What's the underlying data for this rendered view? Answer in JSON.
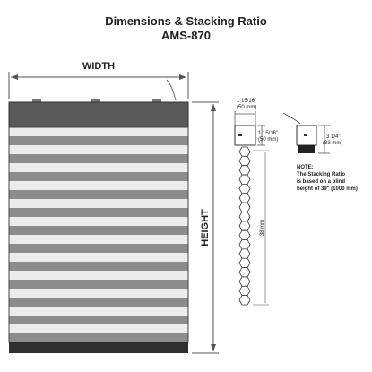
{
  "header": {
    "title": "Dimensions & Stacking Ratio",
    "model": "AMS-870"
  },
  "blind": {
    "width_label": "WIDTH",
    "height_label": "HEIGHT",
    "headrail_color": "#5a5a5a",
    "slat_dark": "#8c8c8c",
    "slat_light": "#ececec"
  },
  "side_profile": {
    "top_dim_main": "1 15/16\"",
    "top_dim_sub": "(50 mm)",
    "side_dim_main": "1 15/16\"",
    "side_dim_sub": "(50 mm)",
    "stack_dim": "38 mm"
  },
  "rail_detail": {
    "dim_main": "3 1/4\"",
    "dim_sub": "(83 mm)"
  },
  "note": {
    "heading": "NOTE:",
    "line1": "The Stacking Ratio",
    "line2": "is based on a blind",
    "line3": "height of 39\" (1000 mm)"
  }
}
